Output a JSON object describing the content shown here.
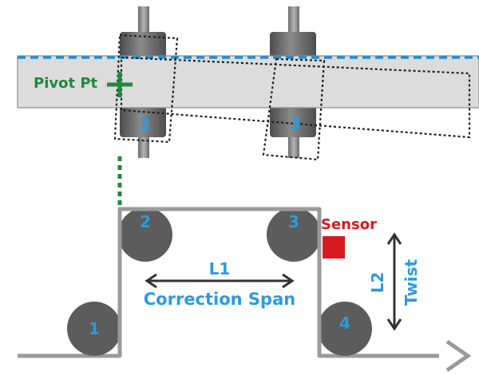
{
  "labels": {
    "pivot": "Pivot Pt",
    "sensor": "Sensor",
    "l1": "L1",
    "correction_span": "Correction Span",
    "l2": "L2",
    "twist": "Twist"
  },
  "rollers": {
    "top_view": [
      "2",
      "3"
    ],
    "side_view": [
      "1",
      "2",
      "3",
      "4"
    ]
  },
  "colors": {
    "label_blue": "#2a9be0",
    "web_edge_dash": "#1e8fd6",
    "pivot_green": "#1e8a3c",
    "sensor_red": "#d8191e",
    "roller_dark": "#5c5c5c",
    "web_fill": "#dcdcdc",
    "web_line": "#8a8a8a",
    "arrow_dark": "#333333"
  },
  "icons": [
    "pivot-cross-icon",
    "sensor-square-icon",
    "flow-arrow-icon",
    "double-arrow-icon"
  ]
}
